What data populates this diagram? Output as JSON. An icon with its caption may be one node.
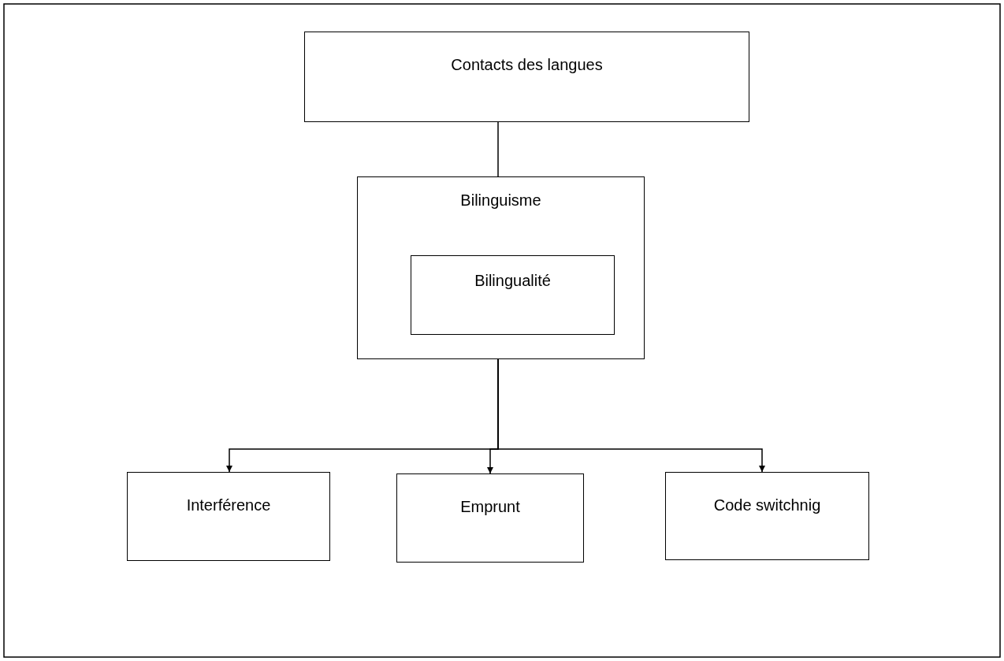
{
  "diagram": {
    "nodes": [
      {
        "text": [
          "Contacts des langues"
        ]
      },
      {
        "text": [
          "Bilinguisme"
        ]
      },
      {
        "text": [
          "Bilingualité"
        ],
        "in": 1
      },
      {
        "text": [
          "Interférence"
        ]
      },
      {
        "text": [
          "Emprunt"
        ]
      },
      {
        "text": [
          "Code switchnig"
        ]
      }
    ],
    "edges": [
      {
        "from": 0,
        "to": 1,
        "arrow": "none"
      },
      {
        "from": 1,
        "to": 3,
        "arrow": "to"
      },
      {
        "from": 1,
        "to": 4,
        "arrow": "to"
      },
      {
        "from": 1,
        "to": 5,
        "arrow": "to"
      }
    ]
  }
}
